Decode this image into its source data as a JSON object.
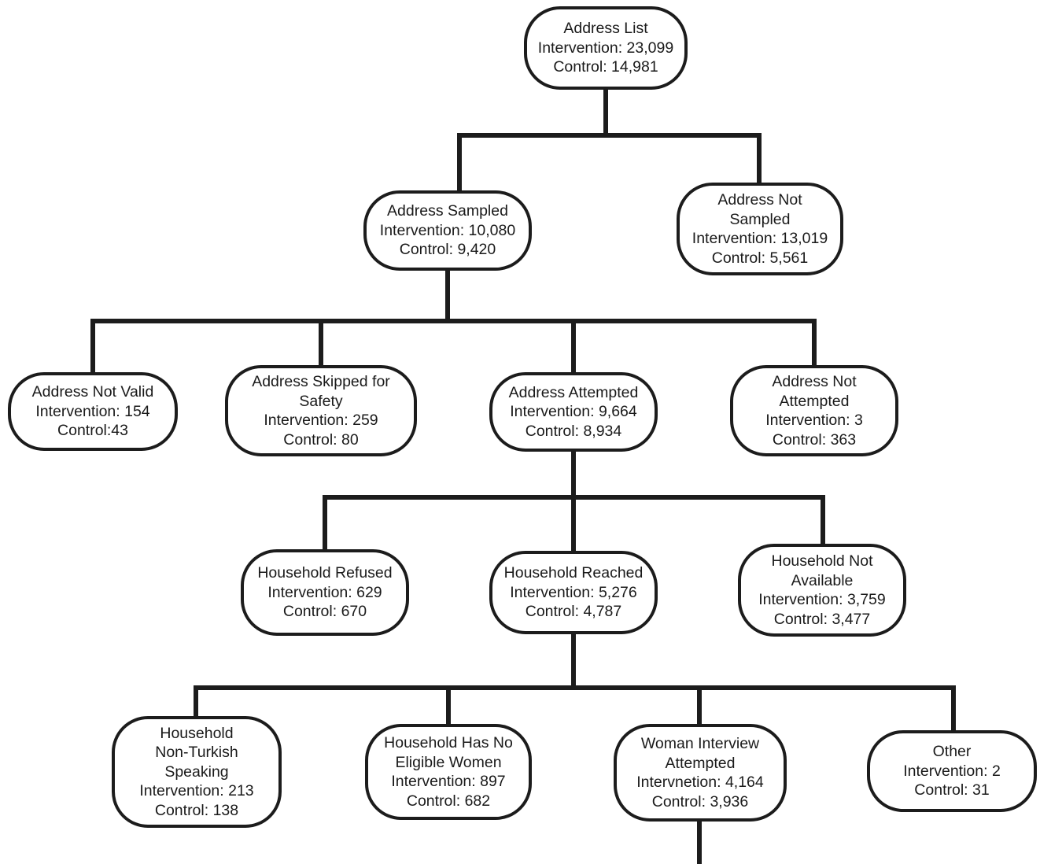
{
  "diagram": {
    "colors": {
      "line": "#1c1c1c",
      "box_border": "#1c1c1c",
      "text": "#1a1a1a",
      "background": "#ffffff"
    },
    "nodes": {
      "address_list": {
        "lines": [
          "Address List",
          "Intervention: 23,099",
          "Control:  14,981"
        ]
      },
      "address_sampled": {
        "lines": [
          "Address Sampled",
          "Intervention: 10,080",
          "Control: 9,420"
        ]
      },
      "address_not_sampled": {
        "lines": [
          "Address Not",
          "Sampled",
          "Intervention: 13,019",
          "Control: 5,561"
        ]
      },
      "address_not_valid": {
        "lines": [
          "Address Not Valid",
          "Intervention: 154",
          "Control:43"
        ]
      },
      "address_skipped_safety": {
        "lines": [
          "Address Skipped for",
          "Safety",
          "Intervention: 259",
          "Control: 80"
        ]
      },
      "address_attempted": {
        "lines": [
          "Address Attempted",
          "Intervention: 9,664",
          "Control: 8,934"
        ]
      },
      "address_not_attempted": {
        "lines": [
          "Address Not",
          "Attempted",
          "Intervention: 3",
          "Control: 363"
        ]
      },
      "household_refused": {
        "lines": [
          "Household Refused",
          "Intervention: 629",
          "Control: 670"
        ]
      },
      "household_reached": {
        "lines": [
          "Household Reached",
          "Intervention: 5,276",
          "Control: 4,787"
        ]
      },
      "household_not_available": {
        "lines": [
          "Household Not",
          "Available",
          "Intervention: 3,759",
          "Control:  3,477"
        ]
      },
      "household_non_turkish": {
        "lines": [
          "Household",
          "Non-Turkish",
          "Speaking",
          "Intervention: 213",
          "Control: 138"
        ]
      },
      "household_no_eligible_women": {
        "lines": [
          "Household Has No",
          "Eligible Women",
          "Intervention: 897",
          "Control: 682"
        ]
      },
      "woman_interview_attempted": {
        "lines": [
          "Woman Interview",
          "Attempted",
          "Intervnetion: 4,164",
          "Control: 3,936"
        ]
      },
      "other": {
        "lines": [
          "Other",
          "Intervention: 2",
          "Control: 31"
        ]
      }
    }
  }
}
